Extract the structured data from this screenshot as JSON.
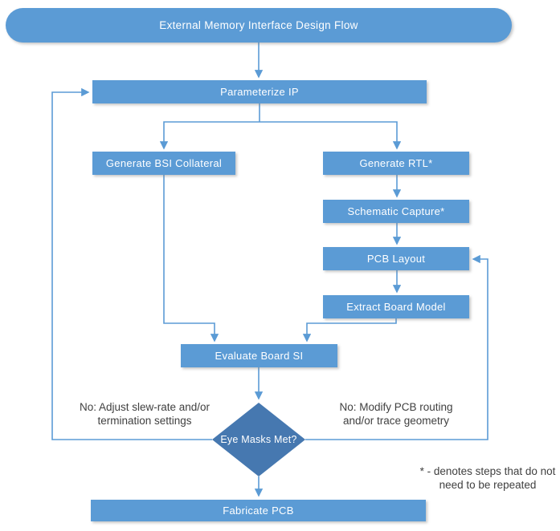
{
  "diagram": {
    "nodes": {
      "start": {
        "label": "External Memory Interface Design Flow",
        "type": "terminator"
      },
      "parameterize_ip": {
        "label": "Parameterize IP",
        "type": "process"
      },
      "generate_bsi": {
        "label": "Generate BSI Collateral",
        "type": "process"
      },
      "generate_rtl": {
        "label": "Generate RTL*",
        "type": "process"
      },
      "schematic_capture": {
        "label": "Schematic Capture*",
        "type": "process"
      },
      "pcb_layout": {
        "label": "PCB Layout",
        "type": "process"
      },
      "extract_board_model": {
        "label": "Extract Board Model",
        "type": "process"
      },
      "evaluate_board_si": {
        "label": "Evaluate Board SI",
        "type": "process"
      },
      "eye_masks_met": {
        "label": "Eye Masks Met?",
        "type": "decision"
      },
      "fabricate_pcb": {
        "label": "Fabricate PCB",
        "type": "process"
      }
    },
    "annotations": {
      "left_no": "No: Adjust slew-rate and/or termination settings",
      "right_no": "No: Modify PCB routing and/or trace geometry",
      "footnote": "* - denotes steps that do not need to be repeated"
    },
    "colors": {
      "node_fill": "#5B9BD5",
      "decision_fill": "#4678B0",
      "connector": "#5B9BD5",
      "node_text": "#FFFFFF",
      "annotation_text": "#404040"
    }
  }
}
